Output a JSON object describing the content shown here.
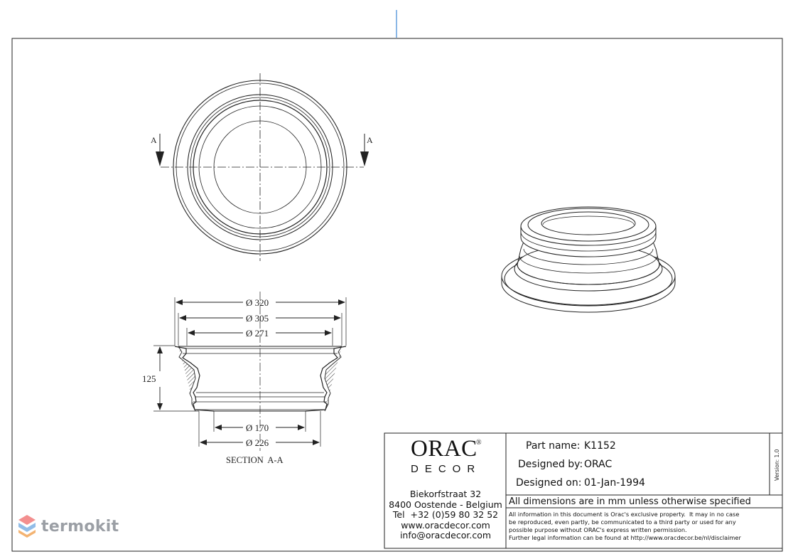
{
  "top_view": {
    "section_marker_left": "A",
    "section_marker_right": "A"
  },
  "section_view": {
    "dimensions": {
      "d320": "Ø 320",
      "d305": "Ø 305",
      "d271": "Ø 271",
      "d170": "Ø 170",
      "d226": "Ø 226",
      "height": "125"
    },
    "label": "SECTION  A-A"
  },
  "title_block": {
    "logo": {
      "main": "ORAC",
      "registered": "®",
      "sub": "DECOR"
    },
    "address": {
      "street": "Biekorfstraat 32",
      "city": "8400 Oostende - Belgium",
      "tel": "Tel  +32 (0)59 80 32 52",
      "web": "www.oracdecor.com",
      "email": "info@oracdecor.com"
    },
    "fields": {
      "part_name_label": "Part name:",
      "part_name_value": "K1152",
      "designed_by_label": "Designed by:",
      "designed_by_value": "ORAC",
      "designed_on_label": "Designed on:",
      "designed_on_value": "01-Jan-1994"
    },
    "version": "Version: 1.0",
    "dimensions_note": "All dimensions are in mm unless otherwise specified",
    "legal": {
      "line1": "All information in this document is Orac's exclusive property.  It may in no case",
      "line2": "be reproduced, even partly, be communicated to a third party or used for any",
      "line3": "possible purpose without ORAC's express written permission.",
      "line4": "Further legal information can be found at http://www.oracdecor.be/nl/disclaimer"
    }
  },
  "watermark": {
    "text": "termokit",
    "colors": {
      "top": "#f27c7c",
      "mid": "#7fb2e5",
      "bottom": "#f2a65a"
    }
  },
  "colors": {
    "line": "#222222",
    "accent": "#4a90d9"
  }
}
